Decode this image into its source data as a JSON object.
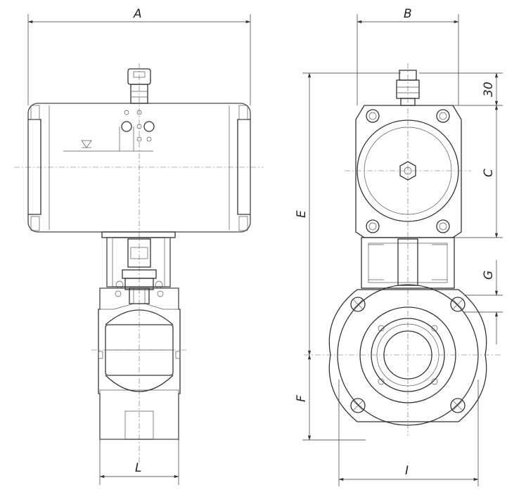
{
  "drawing": {
    "dimensions": {
      "A": "A",
      "B": "B",
      "C": "C",
      "E": "E",
      "F": "F",
      "G": "G",
      "L": "L",
      "I": "I",
      "top_offset": "30"
    }
  }
}
